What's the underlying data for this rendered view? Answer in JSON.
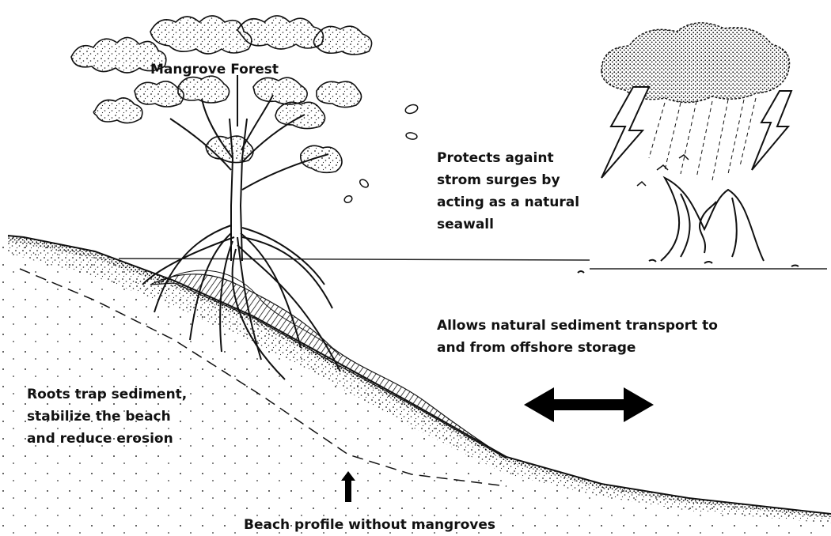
{
  "labels": {
    "forest": "Mangrove Forest",
    "storm": "Protects againt\nstrom surges by\nacting as a natural\nseawall",
    "sediment": "Allows natural sediment transport to\nand from offshore storage",
    "roots": "Roots trap sediment,\nstabilize the beach\nand reduce erosion",
    "profile": "Beach profile without mangroves"
  },
  "icons": {
    "tree": "mangrove-tree-icon",
    "storm": "storm-cloud-icon",
    "wave": "storm-wave-icon",
    "arrow_both": "double-arrow-icon",
    "arrow_up": "up-arrow-icon"
  },
  "colors": {
    "ink": "#111111",
    "background": "#ffffff"
  }
}
